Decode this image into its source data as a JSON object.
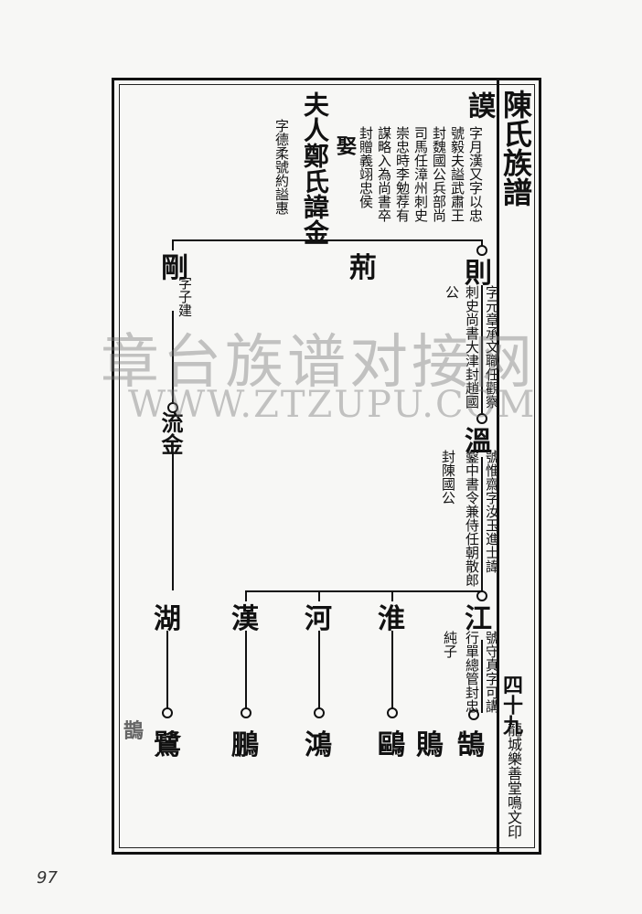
{
  "header": {
    "title": "陳氏族譜",
    "page_number": "四十九",
    "publisher": "龍城樂善堂鳴文印"
  },
  "top": {
    "name": "謨",
    "notes": [
      "字月漢又字以忠",
      "號毅夫謚武肅王",
      "封魏國公兵部尚",
      "司馬任漳州刺史",
      "崇忠時李勉荐有",
      "謀略入為尚書卒",
      "封贈義翊忠侯"
    ]
  },
  "spouse": {
    "label": "娶",
    "name": "夫人鄭氏諱金",
    "note": "字德柔號約謚惠"
  },
  "gen2": [
    {
      "name": "則",
      "notes": [
        "字元章承文職任觀察",
        "刺史尚書大津封趙國",
        "公"
      ]
    },
    {
      "name": "剛",
      "notes": [
        "字子建"
      ]
    },
    {
      "name": "荊",
      "notes": []
    }
  ],
  "gen3": [
    {
      "name": "溫",
      "notes": [
        "號惟齋字汝玉進士諱",
        "鑿中書令兼侍任朝散郎",
        "封陳國公"
      ]
    },
    {
      "name": "流金",
      "notes": []
    }
  ],
  "gen4": [
    {
      "name": "江",
      "notes": [
        "號守真字可講",
        "行單總管封忠",
        "純子"
      ]
    },
    {
      "name": "淮",
      "notes": []
    },
    {
      "name": "河",
      "notes": []
    },
    {
      "name": "漢",
      "notes": []
    },
    {
      "name": "湖",
      "notes": []
    }
  ],
  "gen5": [
    "鵠",
    "鵙",
    "鷗",
    "鴻",
    "鵬",
    "鷺"
  ],
  "stray_mark": "鵲",
  "watermark": {
    "cn": "章台族谱对接网",
    "en": "WWW.ZTZUPU.COM"
  },
  "folio": "97"
}
